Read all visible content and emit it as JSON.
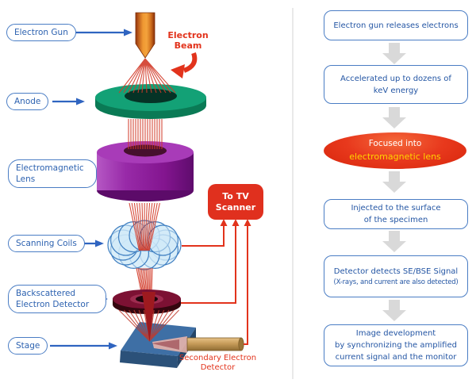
{
  "left_panel": {
    "labels": [
      "Electron Gun",
      "Anode",
      "Electromagnetic Lens",
      "Scanning Coils",
      "Backscattered Electron Detector",
      "Stage"
    ],
    "electron_beam_label": "Electron Beam",
    "tv_scanner_label": "To TV Scanner",
    "secondary_detector_label": "Secondary Electron Detector"
  },
  "flowchart": {
    "step1": "Electron gun releases electrons",
    "step2_line1": "Accelerated up to dozens of",
    "step2_line2": "keV energy",
    "step3_line1": "Focused into",
    "step3_line2": "electromagnetic lens",
    "step4_line1": "Injected to the surface",
    "step4_line2": "of the specimen",
    "step5_line1": "Detector detects SE/BSE Signal",
    "step5_line2": "(X-rays, and current are also detected)",
    "step6_line1": "Image development",
    "step6_line2": "by synchronizing the amplified",
    "step6_line3": "current signal and the monitor"
  },
  "colors": {
    "label_blue": "#2d62b0",
    "flow_border_blue": "#4a7dc4",
    "flow_text_blue": "#2456a4",
    "red": "#e2331c",
    "yellow": "#ffd400",
    "anode_green": "#13a176",
    "lens_purple": "#8d219c",
    "coil_blue": "#cfe9f8",
    "detector_maroon": "#7c1133",
    "stage_blue": "#3e6fa5",
    "gun_orange": "#ef9832",
    "se_detector_tan": "#c79c5a",
    "gray_arrow": "#d9d9d9"
  }
}
